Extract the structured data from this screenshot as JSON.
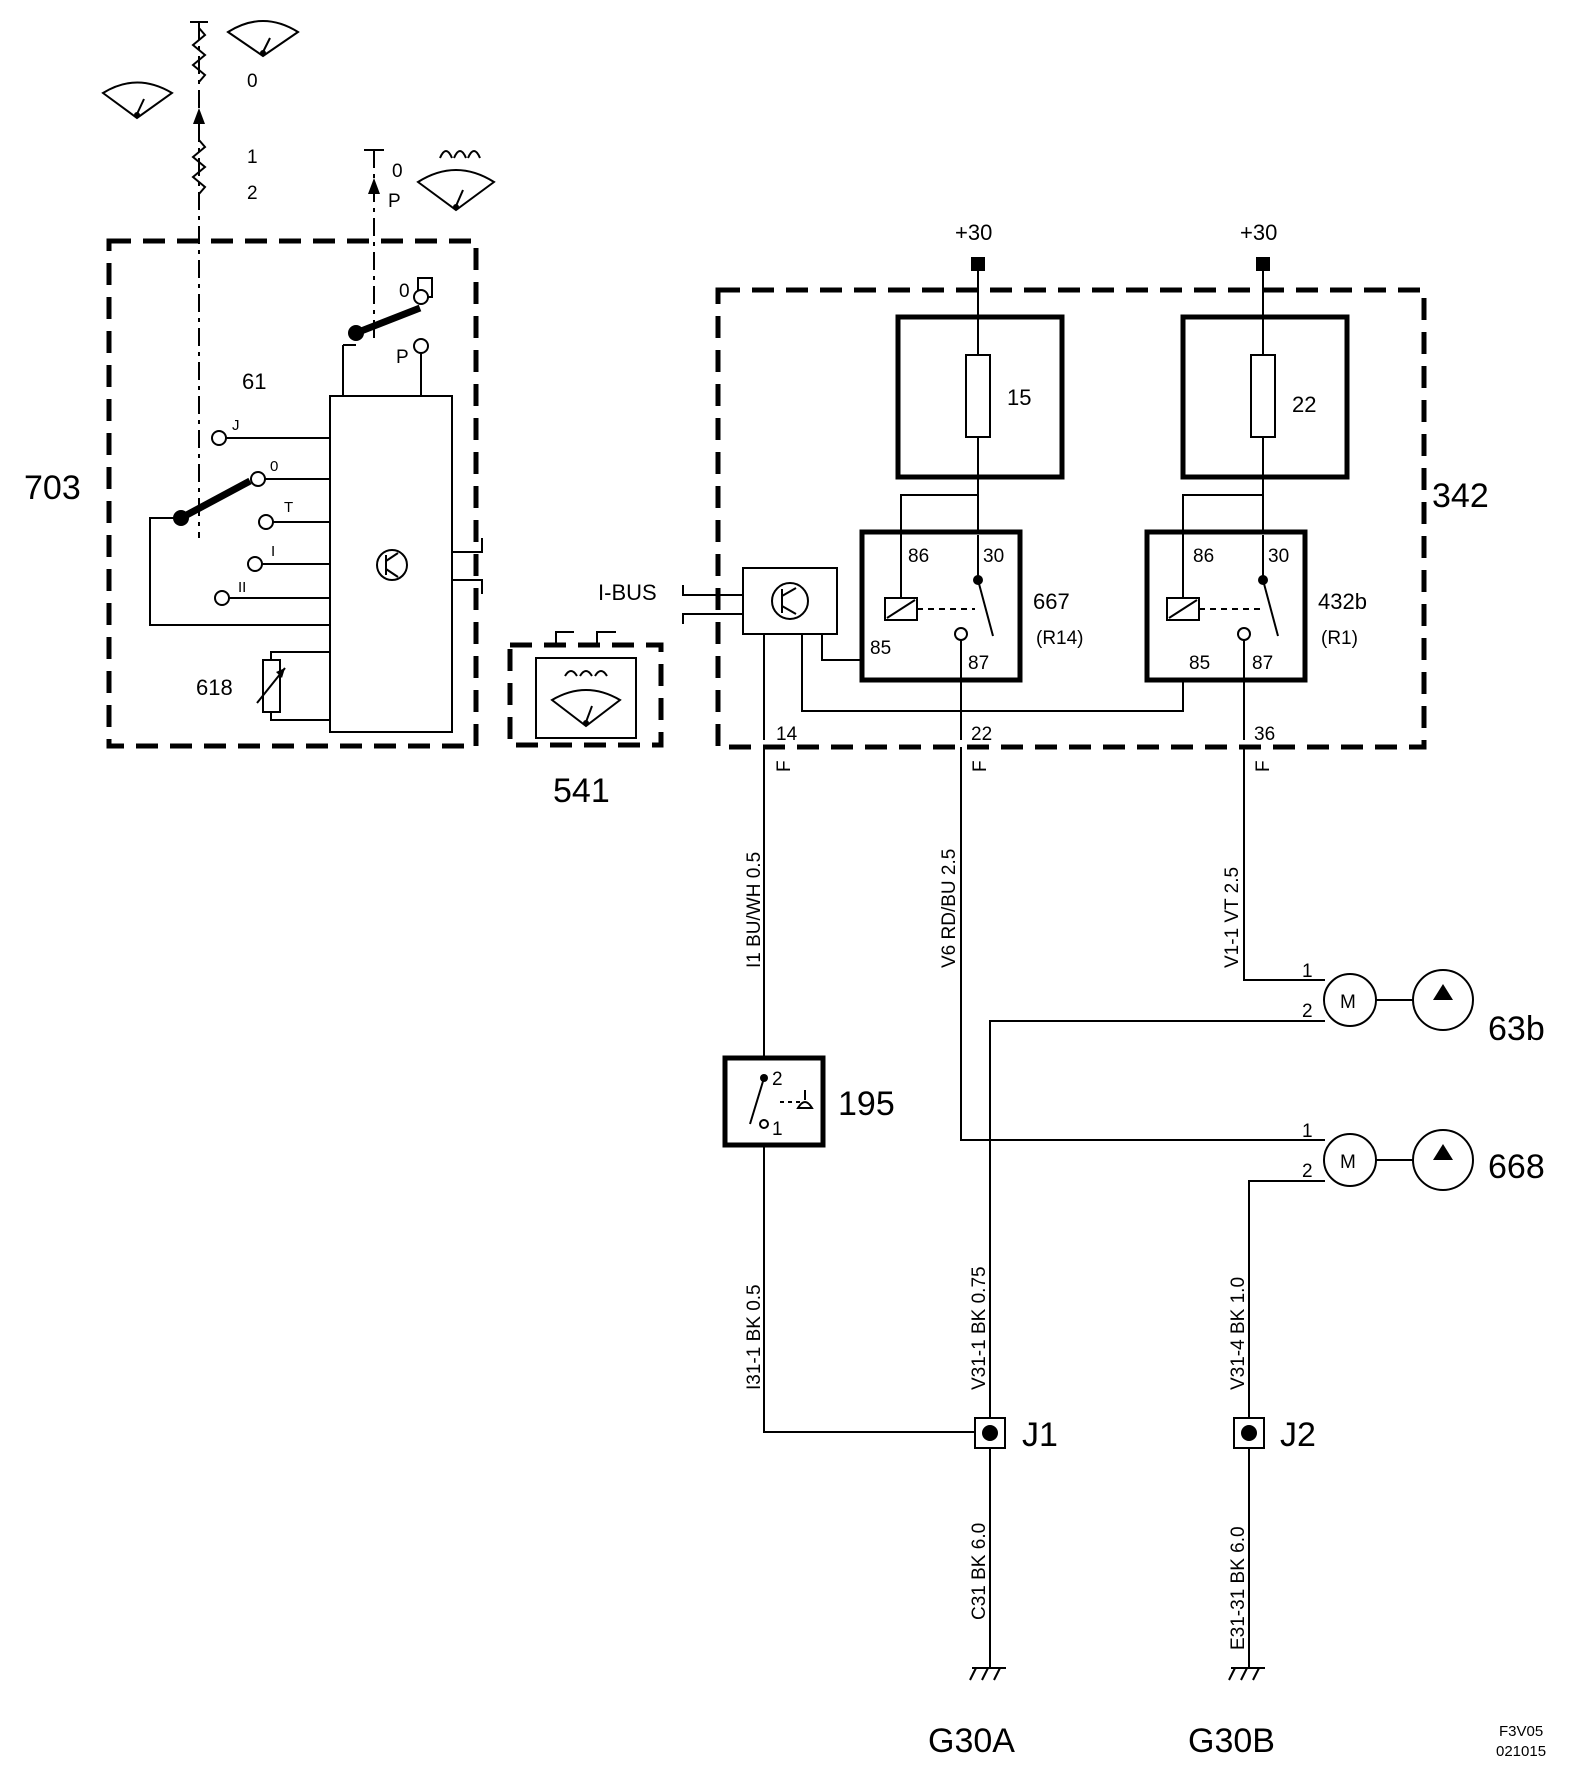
{
  "components": {
    "switch_703": "703",
    "pos_61": "61",
    "pos_j": "J",
    "pos_0": "0",
    "pos_t": "T",
    "pos_i": "I",
    "pos_ii": "II",
    "resistor_618": "618",
    "wiper_0": "0",
    "wiper_p": "P",
    "wiper_0b": "0",
    "wiper_pb": "P",
    "lever_0": "0",
    "lever_1": "1",
    "lever_2": "2",
    "unit_541": "541",
    "box_342": "342",
    "ibus": "I-BUS",
    "supply_a": "+30",
    "supply_b": "+30",
    "fuse_15": "15",
    "fuse_22": "22",
    "relay_667": "667",
    "relay_667_ref": "(R14)",
    "relay_432b": "432b",
    "relay_432b_ref": "(R1)",
    "switch_195": "195",
    "motor_63b": "63b",
    "motor_668": "668",
    "junction_j1": "J1",
    "junction_j2": "J2",
    "ground_a": "G30A",
    "ground_b": "G30B",
    "drawing_code": "F3V05",
    "drawing_date": "021015"
  },
  "pins": {
    "r1_86": "86",
    "r1_30": "30",
    "r1_85": "85",
    "r1_87": "87",
    "r2_86": "86",
    "r2_30": "30",
    "r2_85": "85",
    "r2_87": "87",
    "conn_14": "14",
    "conn_22": "22",
    "conn_36": "36",
    "f1": "F",
    "f2": "F",
    "f3": "F",
    "s195_2": "2",
    "s195_1": "1",
    "m1_1": "1",
    "m1_2": "2",
    "m2_1": "1",
    "m2_2": "2",
    "motor_m1": "M",
    "motor_m2": "M"
  },
  "wires": {
    "w_i1": "I1  BU/WH  0.5",
    "w_v6": "V6  RD/BU  2.5",
    "w_v11": "V1-1  VT  2.5",
    "w_i311": "I31-1  BK  0.5",
    "w_v311": "V31-1  BK  0.75",
    "w_v314": "V31-4  BK  1.0",
    "w_c31": "C31  BK  6.0",
    "w_e3131": "E31-31  BK  6.0"
  }
}
